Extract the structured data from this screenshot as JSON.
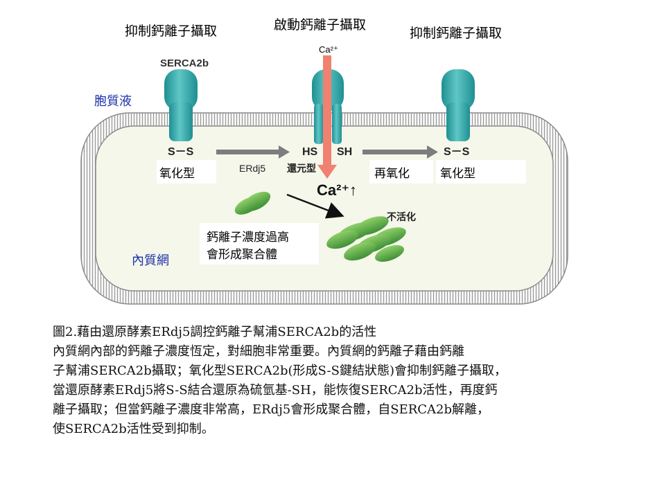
{
  "colors": {
    "membrane": "#9a9a9a",
    "lumen": "#f4f7ea",
    "pump": "#2aa6a8",
    "pump_light": "#7cd2d2",
    "ca_arrow": "#f08070",
    "gray_arrow": "#7d7d7d",
    "ergic": "#5aa846",
    "region_label": "#1a2fa8"
  },
  "labels": {
    "inhibit_left": "抑制鈣離子攝取",
    "activate": "啟動鈣離子攝取",
    "inhibit_right": "抑制鈣離子攝取",
    "ca_in": "Ca²⁺",
    "serca": "SERCA2b",
    "cytosol": "胞質液",
    "ss_left": "S－S",
    "hs": "HS",
    "sh": "SH",
    "ss_right": "S－S",
    "oxidized_left": "氧化型",
    "erdj5": "ERdj5",
    "reduced": "還元型",
    "reoxidize": "再氧化",
    "oxidized_right": "氧化型",
    "ca_up": "Ca²⁺↑",
    "inactive": "不活化",
    "high_conc_1": "鈣離子濃度過高",
    "high_conc_2": "會形成聚合體",
    "er": "內質網"
  },
  "caption": {
    "title": "圖2.藉由還原酵素ERdj5調控鈣離子幫浦SERCA2b的活性",
    "lines": [
      "內質網內部的鈣離子濃度恆定，對細胞非常重要。內質網的鈣離子藉由鈣離",
      "子幫浦SERCA2b攝取；氧化型SERCA2b(形成S-S鍵結狀態)會抑制鈣離子攝取，",
      "當還原酵素ERdj5將S-S結合還原為硫氫基-SH，能恢復SERCA2b活性，再度鈣",
      "離子攝取；但當鈣離子濃度非常高，ERdj5會形成聚合體，自SERCA2b解離，",
      "使SERCA2b活性受到抑制。"
    ]
  }
}
